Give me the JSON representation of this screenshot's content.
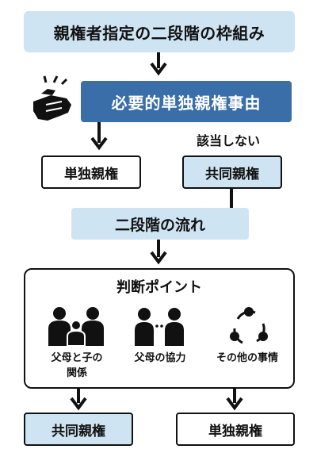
{
  "title": "親権者指定の二段階の枠組み",
  "reason_box": "必要的単独親権事由",
  "not_applicable_label": "該当しない",
  "branch_top": {
    "sole": "単独親権",
    "joint": "共同親権"
  },
  "flow_box": "二段階の流れ",
  "points": {
    "title": "判断ポイント",
    "items": [
      {
        "line1": "父母と子の",
        "line2": "関係",
        "icon": "family-icon"
      },
      {
        "line1": "父母の協力",
        "line2": "",
        "icon": "cooperation-icon"
      },
      {
        "line1": "その他の事情",
        "line2": "",
        "icon": "cycle-icon"
      }
    ]
  },
  "branch_bottom": {
    "joint": "共同親権",
    "sole": "単独親権"
  },
  "colors": {
    "light_blue": "#cfe4f2",
    "dark_blue": "#3a6ea8",
    "ink": "#111111"
  }
}
